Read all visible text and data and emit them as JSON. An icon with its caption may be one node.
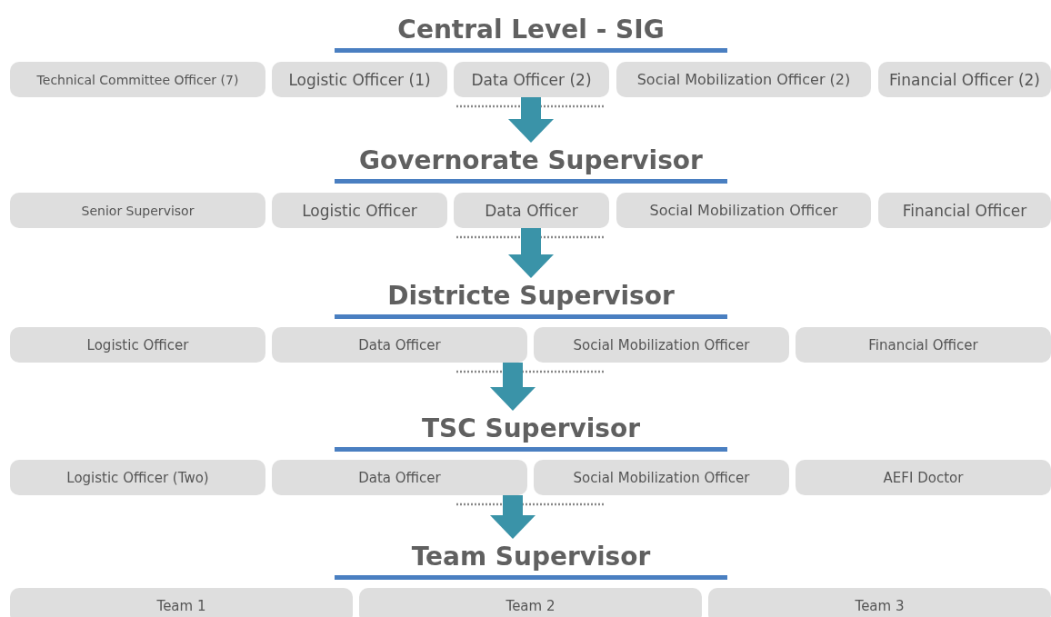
{
  "diagram": {
    "nodes": [
      {
        "text": [
          "Central Level - SIG"
        ]
      },
      {
        "text": [
          "Technical Committee Officer (7)"
        ]
      },
      {
        "text": [
          "Logistic Officer (1)"
        ]
      },
      {
        "text": [
          "Data Officer (2)"
        ]
      },
      {
        "text": [
          "Social Mobilization Officer (2)"
        ]
      },
      {
        "text": [
          "Financial Officer (2)"
        ]
      },
      {
        "text": [
          "Governorate Supervisor"
        ]
      },
      {
        "text": [
          "Senior Supervisor"
        ]
      },
      {
        "text": [
          "Logistic Officer"
        ]
      },
      {
        "text": [
          "Data Officer"
        ]
      },
      {
        "text": [
          "Social Mobilization Officer"
        ]
      },
      {
        "text": [
          "Financial Officer"
        ]
      },
      {
        "text": [
          "Districte Supervisor"
        ]
      },
      {
        "text": [
          "Logistic Officer"
        ]
      },
      {
        "text": [
          "Data Officer"
        ]
      },
      {
        "text": [
          "Social Mobilization Officer"
        ]
      },
      {
        "text": [
          "Financial Officer"
        ]
      },
      {
        "text": [
          "TSC Supervisor"
        ]
      },
      {
        "text": [
          "Logistic Officer (Two)"
        ]
      },
      {
        "text": [
          "Data Officer"
        ]
      },
      {
        "text": [
          "Social Mobilization Officer"
        ]
      },
      {
        "text": [
          "AEFI Doctor"
        ]
      },
      {
        "text": [
          "Team Supervisor"
        ]
      },
      {
        "text": [
          "Team 1"
        ]
      },
      {
        "text": [
          "Team 2"
        ]
      },
      {
        "text": [
          "Team 3"
        ]
      }
    ],
    "edges": [
      {
        "from": 3,
        "to": 6,
        "arrow": "to"
      },
      {
        "from": 9,
        "to": 12,
        "arrow": "to"
      },
      {
        "from": 14,
        "to": 17,
        "arrow": "to"
      },
      {
        "from": 19,
        "to": 22,
        "arrow": "to"
      }
    ]
  }
}
